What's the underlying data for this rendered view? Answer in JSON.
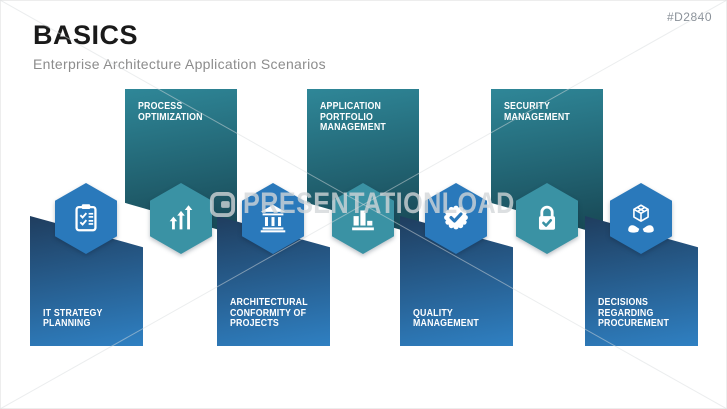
{
  "slide": {
    "title": "BASICS",
    "subtitle": "Enterprise Architecture Application Scenarios",
    "code": "#D2840"
  },
  "watermark": {
    "text": "PRESENTATIONLOAD",
    "logo_icon": "presentationload-logo"
  },
  "colors": {
    "hex_blue": "#2a79bb",
    "hex_teal": "#3a92a4",
    "panel_blue_top": "#1f3d5e",
    "panel_blue_bottom": "#2f80c2",
    "panel_teal_top": "#2f8798",
    "panel_teal_bottom": "#174653",
    "icon_white": "#ffffff",
    "title_text": "#1a1a1a",
    "subtitle_text": "#8c8c8c",
    "code_text": "#8a9199",
    "watermark_text": "#d3d7d9"
  },
  "scenarios": [
    {
      "label": "IT STRATEGY PLANNING",
      "lines": [
        "IT STRATEGY",
        "PLANNING"
      ],
      "direction": "down",
      "color": "blue",
      "icon": "clipboard-checklist-icon"
    },
    {
      "label": "PROCESS OPTIMIZATION",
      "lines": [
        "PROCESS",
        "OPTIMIZATION"
      ],
      "direction": "up",
      "color": "teal",
      "icon": "growth-arrows-icon"
    },
    {
      "label": "ARCHITECTURAL CONFORMITY OF PROJECTS",
      "lines": [
        "ARCHITECTURAL",
        "CONFORMITY OF",
        "PROJECTS"
      ],
      "direction": "down",
      "color": "blue",
      "icon": "bank-building-icon"
    },
    {
      "label": "APPLICATION PORTFOLIO MANAGEMENT",
      "lines": [
        "APPLICATION",
        "PORTFOLIO",
        "MANAGEMENT"
      ],
      "direction": "up",
      "color": "teal",
      "icon": "bar-chart-icon"
    },
    {
      "label": "QUALITY MANAGEMENT",
      "lines": [
        "QUALITY",
        "MANAGEMENT"
      ],
      "direction": "down",
      "color": "blue",
      "icon": "seal-check-icon"
    },
    {
      "label": "SECURITY MANAGEMENT",
      "lines": [
        "SECURITY",
        "MANAGEMENT"
      ],
      "direction": "up",
      "color": "teal",
      "icon": "padlock-check-icon"
    },
    {
      "label": "DECISIONS REGARDING PROCUREMENT",
      "lines": [
        "DECISIONS",
        "REGARDING",
        "PROCUREMENT"
      ],
      "direction": "down",
      "color": "blue",
      "icon": "hands-holding-box-icon"
    }
  ]
}
